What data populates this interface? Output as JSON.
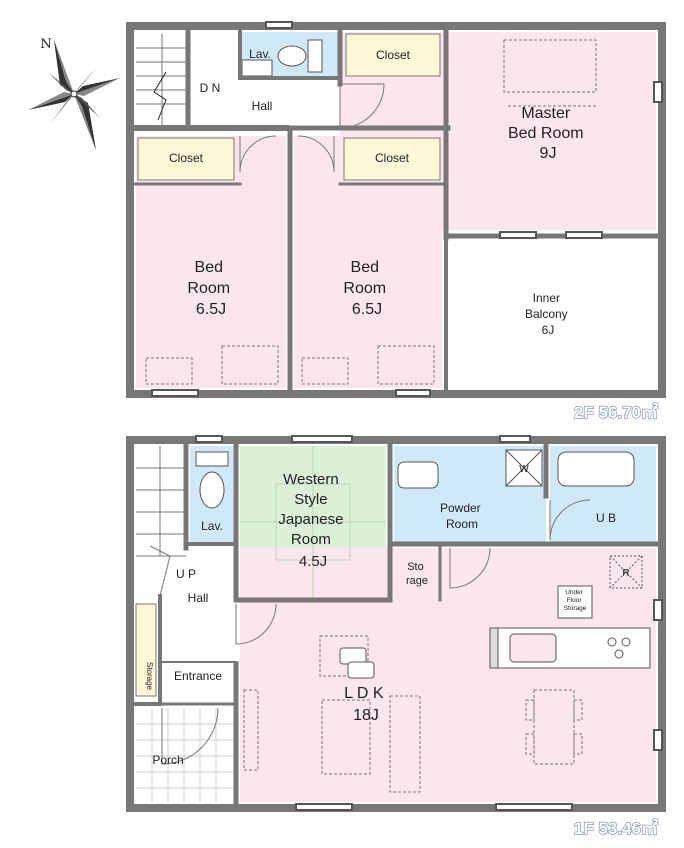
{
  "compass": {
    "north_label": "N"
  },
  "floor2": {
    "area_label": "2F 56.70㎡",
    "stair_label": "D N",
    "rooms": {
      "lav": "Lav.",
      "hall": "Hall",
      "closet_top": "Closet",
      "closet_left": "Closet",
      "closet_right": "Closet",
      "master": [
        "Master",
        "Bed Room",
        "9J"
      ],
      "bed_left": [
        "Bed",
        "Room",
        "6.5J"
      ],
      "bed_right": [
        "Bed",
        "Room",
        "6.5J"
      ],
      "balcony": [
        "Inner",
        "Balcony",
        "6J"
      ]
    }
  },
  "floor1": {
    "area_label": "1F 53.46㎡",
    "stair_label": "U P",
    "rooms": {
      "lav": "Lav.",
      "japanese": [
        "Western",
        "Style",
        "Japanese",
        "Room",
        "4.5J"
      ],
      "storage_small": [
        "Sto",
        "rage"
      ],
      "powder": [
        "Powder",
        "Room"
      ],
      "washer": "W",
      "ub": "U B",
      "hall": "Hall",
      "storage_side": "Storage",
      "entrance": "Entrance",
      "porch": "Porch",
      "ldk": [
        "L D K",
        "18J"
      ],
      "underfloor": [
        "Under",
        "Floor",
        "Storage"
      ],
      "fridge": "R"
    }
  }
}
